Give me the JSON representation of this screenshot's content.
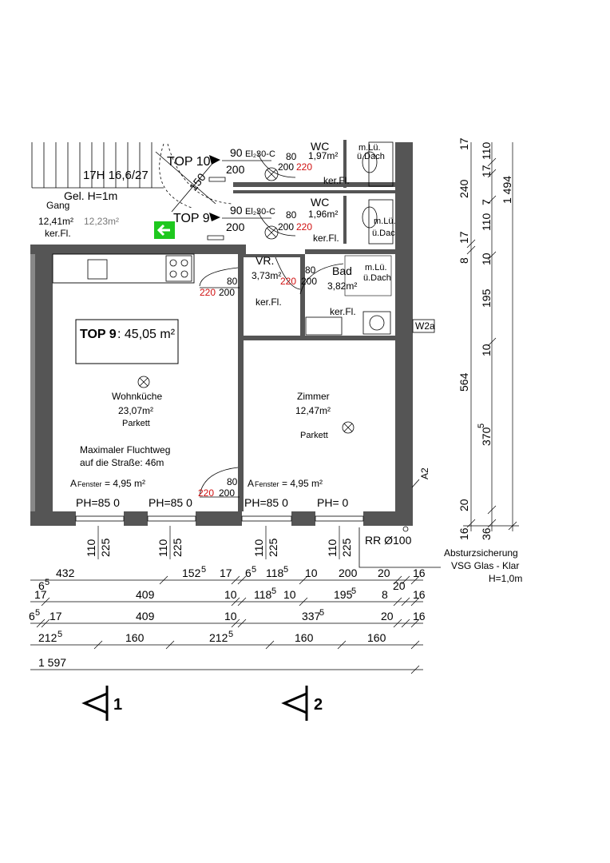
{
  "stair": {
    "label": "17H 16,6/27",
    "run": "150"
  },
  "gang": {
    "name": "Gang",
    "area": "12,41m²",
    "area_alt": "12,23m²",
    "floor": "ker.Fl.",
    "height": "Gel. H=1m"
  },
  "top10": {
    "label": "TOP 10",
    "door_w": "90",
    "door_h": "200",
    "door_type": "El₂30-C"
  },
  "top9_entry": {
    "label": "TOP 9",
    "door_w": "90",
    "door_h": "200",
    "door_type": "El₂30-C"
  },
  "wc1": {
    "name": "WC",
    "area": "1,97m²",
    "door_w": "80",
    "door_h": "200",
    "door_h2": "220",
    "vent": "m.Lü.",
    "vent2": "ü.Dach",
    "floor": "ker.Fl."
  },
  "wc2": {
    "name": "WC",
    "area": "1,96m²",
    "door_w": "80",
    "door_h": "200",
    "door_h2": "220",
    "vent": "m.Lü.",
    "vent2": "ü.Dach",
    "floor": "ker.Fl."
  },
  "vr": {
    "name": "VR.",
    "area": "3,73m²",
    "floor": "ker.Fl.",
    "door_w": "80",
    "door_h": "200",
    "door_h2": "220"
  },
  "bad": {
    "name": "Bad",
    "area": "3,82m²",
    "floor": "ker.Fl.",
    "door_w": "80",
    "door_h": "200",
    "door_h2": "220",
    "vent": "m.Lü.",
    "vent2": "ü.Dach"
  },
  "kitchen_door": {
    "w": "80",
    "h": "200",
    "h2": "220"
  },
  "zimmer_door": {
    "w": "80",
    "h": "200",
    "h2": "220"
  },
  "unit": {
    "label": "TOP 9",
    "area": ": 45,05 m²"
  },
  "wohnkueche": {
    "name": "Wohnküche",
    "area": "23,07m²",
    "floor": "Parkett",
    "escape1": "Maximaler Fluchtweg",
    "escape2": "auf die Straße: 46m",
    "window_a": "A",
    "window_sub": "Fenster",
    "window_val": "= 4,95 m²"
  },
  "zimmer": {
    "name": "Zimmer",
    "area": "12,47m²",
    "floor": "Parkett",
    "window_a": "A",
    "window_sub": "Fenster",
    "window_val": "= 4,95 m²"
  },
  "ph": [
    "PH=85 0",
    "PH=85 0",
    "PH=85 0",
    "PH= 0"
  ],
  "window_sizes": [
    [
      "110",
      "225"
    ],
    [
      "110",
      "225"
    ],
    [
      "110",
      "225"
    ],
    [
      "110",
      "225"
    ]
  ],
  "rr": "RR Ø100",
  "w2a": "W2a",
  "a2": "A2",
  "absturz": [
    "Absturzsicherung",
    "VSG Glas - Klar",
    "H=1,0m"
  ],
  "vdim": {
    "d17a": "17",
    "d110a": "110",
    "d17b": "17",
    "d240": "240",
    "d110b": "110",
    "d7": "7",
    "d1494": "1 494",
    "d17c": "17",
    "d8": "8",
    "d10a": "10",
    "d195": "195",
    "d10b": "10",
    "d564": "564",
    "d370": "370",
    "d370_sup": "5",
    "d20": "20",
    "d16": "16",
    "d36": "36"
  },
  "hdim_row1": {
    "a": "432",
    "b": "152",
    "b_sup": "5",
    "c": "17",
    "d": "6",
    "d_sup": "5",
    "e": "118",
    "e_sup": "5",
    "f": "10",
    "g": "200",
    "h": "20",
    "i": "16",
    "j": "6",
    "j_sup": "5",
    "k": "20"
  },
  "hdim_row2": {
    "a": "17",
    "b": "409",
    "c": "10",
    "d": "118",
    "d_sup": "5",
    "e": "10",
    "f": "195",
    "f_sup": "5",
    "g": "8",
    "h": "16"
  },
  "hdim_row3": {
    "a": "6",
    "a_sup": "5",
    "b": "17",
    "c": "409",
    "d": "10",
    "e": "337",
    "e_sup": "5",
    "f": "20",
    "g": "16"
  },
  "hdim_row4": {
    "a": "212",
    "a_sup": "5",
    "b": "160",
    "c": "212",
    "c_sup": "5",
    "d": "160",
    "e": "160"
  },
  "hdim_row5": {
    "a": "1 597"
  },
  "sections": [
    {
      "label": "1"
    },
    {
      "label": "2"
    }
  ]
}
